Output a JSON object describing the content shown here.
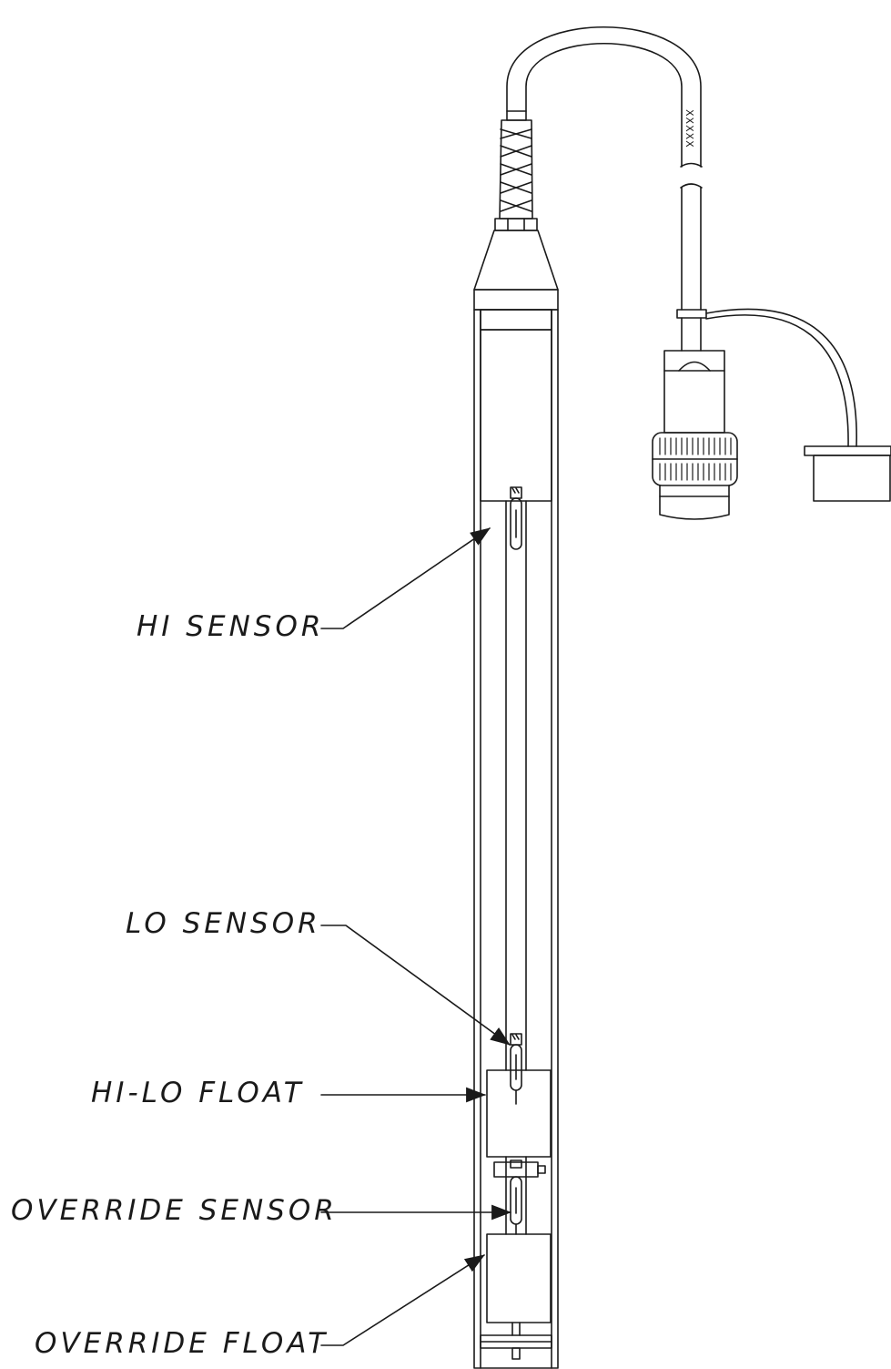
{
  "diagram": {
    "cable_marking": "XXXXX",
    "labels": {
      "hi_sensor": "HI SENSOR",
      "lo_sensor": "LO SENSOR",
      "hi_lo_float": "HI-LO FLOAT",
      "override_sensor": "OVERRIDE SENSOR",
      "override_float": "OVERRIDE FLOAT"
    }
  }
}
